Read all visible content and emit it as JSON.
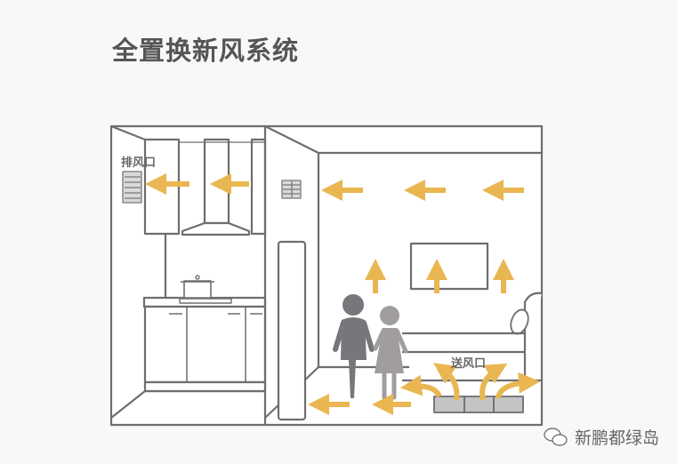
{
  "title": "全置换新风系统",
  "labels": {
    "exhaust": "排风口",
    "supply": "送风口"
  },
  "watermark": {
    "icon": "wechat-icon",
    "text": "新鹏都绿岛"
  },
  "colors": {
    "arrow": "#e9b651",
    "line": "#6e6e70",
    "man": "#77767a",
    "woman": "#a19d9e",
    "vent": "#c4c4c6"
  }
}
